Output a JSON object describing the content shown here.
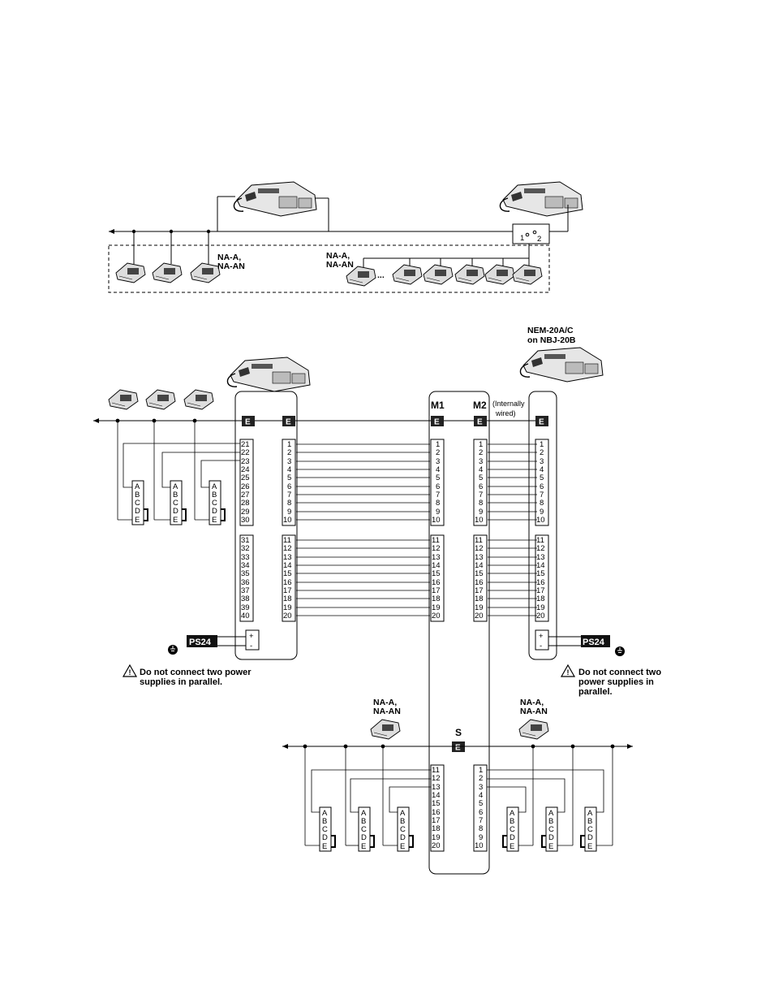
{
  "top": {
    "sub_label_left": [
      "NA-A,",
      "NA-AN"
    ],
    "sub_label_right": [
      "NA-A,",
      "NA-AN"
    ],
    "ellipsis": "...",
    "switch_1": "1",
    "switch_2": "2"
  },
  "bottom": {
    "nem_label": [
      "NEM-20A/C",
      "on NBJ-20B"
    ],
    "m1": "M1",
    "m2": "M2",
    "internally_wired": [
      "(Internally",
      "wired)"
    ],
    "e_badge": "E",
    "s_label": "S",
    "ps24": "PS24",
    "plus": "+",
    "minus": "-",
    "warning_left": [
      "Do not connect two power",
      "supplies in parallel."
    ],
    "warning_right": [
      "Do not connect two",
      "power supplies in",
      "parallel."
    ],
    "na_label_left": [
      "NA-A,",
      "NA-AN"
    ],
    "na_label_right": [
      "NA-A,",
      "NA-AN"
    ],
    "abcde": [
      "A",
      "B",
      "C",
      "D",
      "E"
    ],
    "left_terms_a": [
      "21",
      "22",
      "23",
      "24",
      "25",
      "26",
      "27",
      "28",
      "29",
      "30"
    ],
    "left_terms_b": [
      "31",
      "32",
      "33",
      "34",
      "35",
      "36",
      "37",
      "38",
      "39",
      "40"
    ],
    "terms_1_10": [
      "1",
      "2",
      "3",
      "4",
      "5",
      "6",
      "7",
      "8",
      "9",
      "10"
    ],
    "terms_11_20": [
      "11",
      "12",
      "13",
      "14",
      "15",
      "16",
      "17",
      "18",
      "19",
      "20"
    ]
  }
}
